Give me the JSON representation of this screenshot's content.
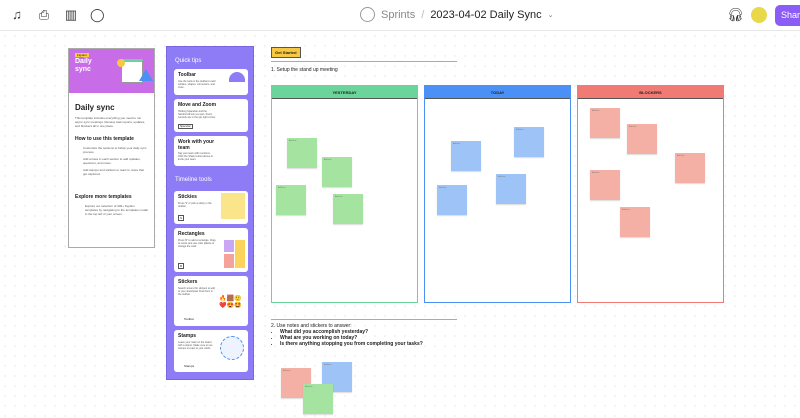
{
  "toolbar": {
    "icons": [
      "music-timer-icon",
      "stamp-icon",
      "layout-icon",
      "chat-icon"
    ],
    "breadcrumb_parent": "Sprints",
    "breadcrumb_sep": "/",
    "file_title": "2023-04-02 Daily Sync",
    "share_label": "Share"
  },
  "template_card": {
    "badge": "FigJam",
    "hero_title": "Daily sync",
    "title": "Daily sync",
    "description": "This template includes everything you need to run async sync meetings. Receive task reports, updates, and blockers all in one place.",
    "how_title": "How to use this template",
    "steps": [
      "Customize the sections to follow your daily sync process.",
      "Add arrows in each section to add updates, questions, and notes.",
      "Add stamps and stickers to react to notes that get captured."
    ],
    "explore_title": "Explore more templates",
    "explore_text": "Explore our selection of 300+ FigJam templates by navigating to the templates modal in the top left of your screen."
  },
  "quick_tips": {
    "title": "Quick tips",
    "tips": [
      {
        "title": "Toolbar",
        "text": "Use the tools in the toolbar to add stickies, shapes, connectors, and more."
      },
      {
        "title": "Move and Zoom",
        "text": "Holding Spacebar and the hand/scroll lets you pan. Zoom controls are in the top right corner.",
        "button": "Spacebar"
      },
      {
        "title": "Work with your team",
        "text": "Tag your team with mentions. Click the Share button above to invite your team."
      }
    ],
    "timeline_title": "Timeline tools",
    "tools": [
      {
        "title": "Stickies",
        "text": "Press 'S' or pick a sticky in the toolbar.",
        "key": "S"
      },
      {
        "title": "Rectangles",
        "text": "Press 'R' to add a rectangle. Drag to resize and use color palette to change the color.",
        "key": "R"
      },
      {
        "title": "Stickers",
        "text": "Search around for stickers to add to your sketchpad. Find them in the toolbar.",
        "key": "Toolbar"
      },
      {
        "title": "Stamps",
        "text": "Leave your mark on the board with a stamp. Make sure to use stamps to react to your cards.",
        "key": "Stamps"
      }
    ]
  },
  "board": {
    "get_started": "Get Started",
    "step1": "1. Setup the stand up meeting",
    "columns": [
      {
        "label": "YESTERDAY",
        "color": "#6bd49a"
      },
      {
        "label": "TODAY",
        "color": "#4a90f5"
      },
      {
        "label": "BLOCKERS",
        "color": "#ef7b74"
      }
    ],
    "step2": "2. Use notes and stickers to answer:",
    "questions": [
      "What did you accomplish yesterday?",
      "What are you working on today?",
      "Is there anything stopping you from completing your tasks?"
    ],
    "sticky_label": "Add text"
  },
  "colors": {
    "accent": "#8b5cf6",
    "sticky_green": "#a5e3a0",
    "sticky_blue": "#9ec3f7",
    "sticky_red": "#f4b0a4"
  }
}
